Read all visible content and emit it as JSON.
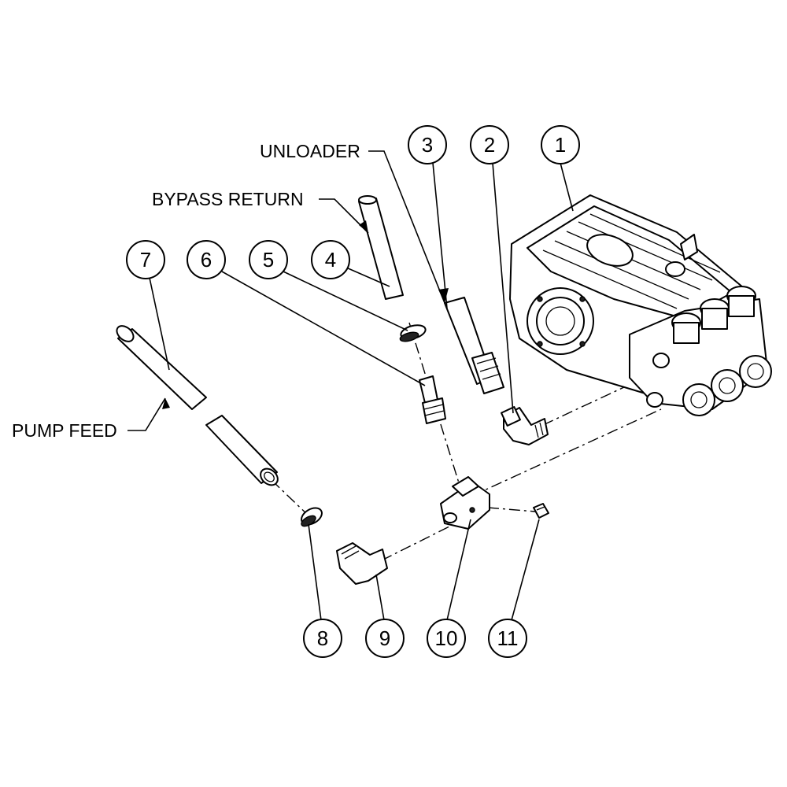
{
  "callouts": [
    {
      "id": "1",
      "label": "1"
    },
    {
      "id": "2",
      "label": "2"
    },
    {
      "id": "3",
      "label": "3"
    },
    {
      "id": "4",
      "label": "4"
    },
    {
      "id": "5",
      "label": "5"
    },
    {
      "id": "6",
      "label": "6"
    },
    {
      "id": "7",
      "label": "7"
    },
    {
      "id": "8",
      "label": "8"
    },
    {
      "id": "9",
      "label": "9"
    },
    {
      "id": "10",
      "label": "10"
    },
    {
      "id": "11",
      "label": "11"
    }
  ],
  "labels": {
    "unloader": "UNLOADER",
    "bypass_return": "BYPASS RETURN",
    "pump_feed": "PUMP FEED"
  }
}
